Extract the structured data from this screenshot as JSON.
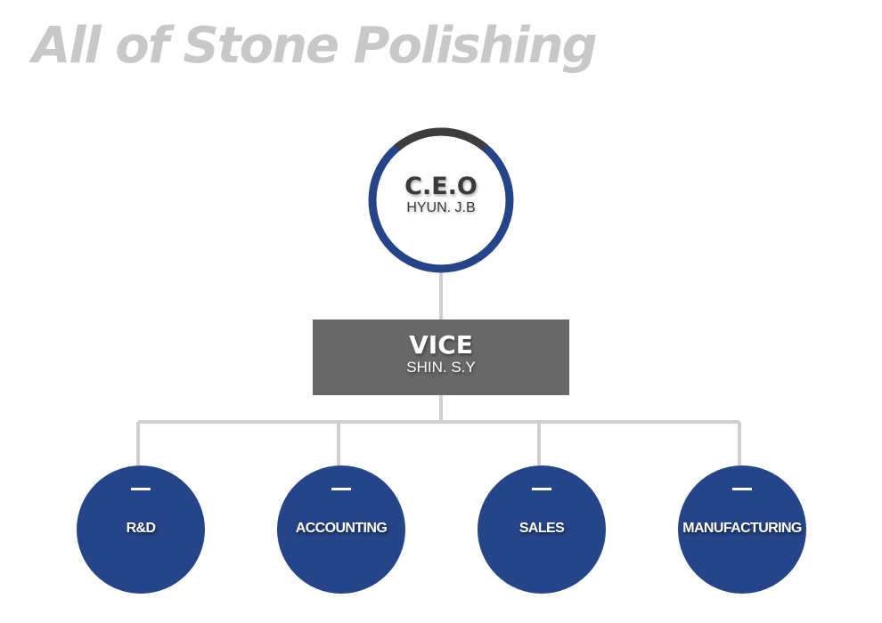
{
  "header": {
    "title": "All of Stone Polishing"
  },
  "ceo": {
    "role": "C.E.O",
    "name": "HYUN. J.B"
  },
  "vice": {
    "role": "VICE",
    "name": "SHIN. S.Y"
  },
  "departments": [
    {
      "label": "R&D"
    },
    {
      "label": "ACCOUNTING"
    },
    {
      "label": "SALES"
    },
    {
      "label": "MANUFACTURING"
    }
  ],
  "colors": {
    "title": "#c8c8c8",
    "node_blue": "#264488",
    "ring_dark": "#3d3d3d",
    "vice_box": "#686868",
    "connector": "#d0d0d0"
  }
}
